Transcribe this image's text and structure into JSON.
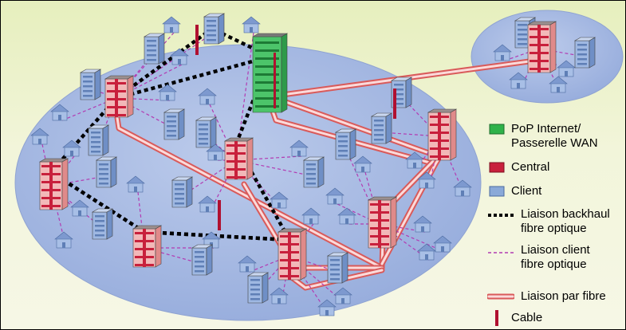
{
  "legend": {
    "pop": "PoP Internet/\nPasserelle WAN",
    "central": "Central",
    "client": "Client",
    "backhaul": "Liaison backhaul\nfibre optique",
    "client_link": "Liaison client\nfibre optique",
    "fibre_link": "Liaison par fibre",
    "cable": "Cable"
  },
  "colors": {
    "pop": "#2fb24a",
    "central": "#c8203c",
    "client": "#8aa9d8",
    "fibre": "#f2a3a3",
    "cable": "#b01030",
    "disc": "#a9bde3"
  }
}
